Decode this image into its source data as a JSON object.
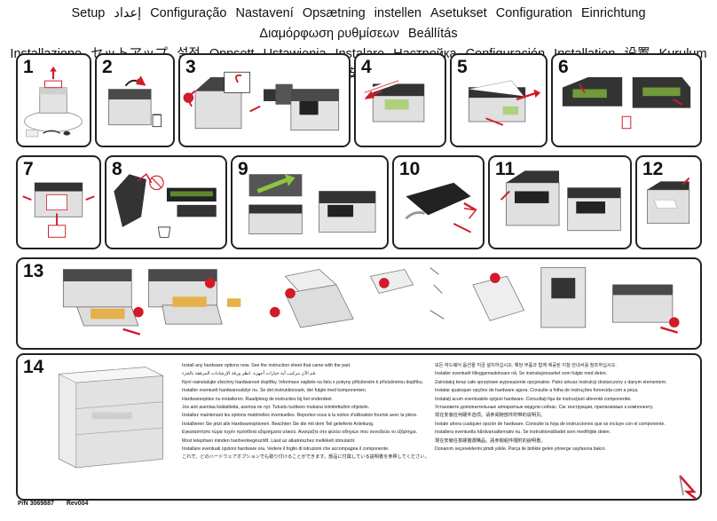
{
  "titles": [
    "Setup",
    "إعداد",
    "Configuração",
    "Nastavení",
    "Opsætning",
    "instellen",
    "Asetukset",
    "Configuration",
    "Einrichtung",
    "Διαμόρφωση ρυθμίσεων",
    "Beállítás",
    "Installazione",
    "セットアップ",
    "설정",
    "Oppsett",
    "Ustawienia",
    "Instalare",
    "Настройка",
    "Configuración",
    "Installation",
    "设置",
    "Kurulum",
    "安裝"
  ],
  "steps": [
    "1",
    "2",
    "3",
    "4",
    "5",
    "6",
    "7",
    "8",
    "9",
    "10",
    "11",
    "12",
    "13",
    "14"
  ],
  "step14": {
    "left_lines": [
      "Install any hardware options now. See the instruction sheet that came with the part.",
      "قم الآن بتركيب أية خيارات أجهزة. انظر ورقة الإرشادات المرفقة بالجزء.",
      "Nyní nainstalujte všechny hardwarové doplňky. Informace najdete na listu s pokyny přiloženém k příslušnému doplňku.",
      "Installer eventuelt hardwareudstyr nu. Se det instruktionsark, der fulgte med komponenten.",
      "Hardwareopties nu installeren. Raadpleeg de instructies bij het onderdeel.",
      "Jos aiot asentaa lisälaitteita, asenna ne nyt. Tutustu tuotteen mukana toimitettuihin ohjeisiin.",
      "Installez maintenant les options matérielles éventuelles. Reportez-vous à la notice d'utilisation fournie avec la pièce.",
      "Installieren Sie jetzt alle Hardwareoptionen. Beachten Sie die mit dem Teil gelieferte Anleitung.",
      "Εγκαταστήστε τώρα τυχόν πρόσθετα εξαρτήματα υλικού. Ανατρέξτε στο φύλλο οδηγιών που συνοδεύει το εξάρτημα.",
      "Most telepítsen minden hardverkiegészítőt. Lásd az alkatrészhez mellékelt útmutatót.",
      "Installare eventuali opzioni hardware ora. Vedere il foglio di istruzioni che accompagna il componente.",
      "これで、どのハードウェアオプションでも取り付けることができます。部品に付属している説明書を参照してください。"
    ],
    "right_lines": [
      "모든 하드웨어 옵션을 지금 설치하십시오. 해당 부품과 함께 제공된 지침 안내서를 참조하십시오.",
      "Installer eventuelt tilleggsmaskinvare nå. Se instruksjonsarket som fulgte med delen.",
      "Zainstaluj teraz całe sprzętowe wyposażenie opcjonalne. Patrz arkusz instrukcji dostarczony z danym elementem.",
      "Instalar quaisquer opções de hardware agora. Consulte a folha de instruções fornecida com a peça.",
      "Instalaţi acum eventualele opţiuni hardware. Consultaţi fişa de instrucţiuni aferentă componentei.",
      "Установите дополнительные аппаратные модули сейчас. См. инструкции, прилагаемые к компоненту.",
      "现在安装任何硬件选项。请参阅随部件附带的说明页。",
      "Instale ahora cualquier opción de hardware. Consulte la hoja de instrucciones que se incluye con el componente.",
      "Installera eventuella hårdvarualternativ nu. Se instruktionsbladet som medföljde delen.",
      "現在安裝任意硬體選購品。請參閱組件隨附的說明書。",
      "Donanım seçeneklerini şimdi yükle. Parça ile birlikte gelen yönerge sayfasına bakın."
    ]
  },
  "footer": {
    "part_number": "P/N 3069887",
    "revision": "Rev004"
  },
  "colors": {
    "accent_red": "#d11a2a",
    "accent_green": "#8cc63f",
    "border": "#222222"
  },
  "icons": [
    "printer-illustration",
    "red-arrow-icon",
    "lexmark-logo"
  ]
}
